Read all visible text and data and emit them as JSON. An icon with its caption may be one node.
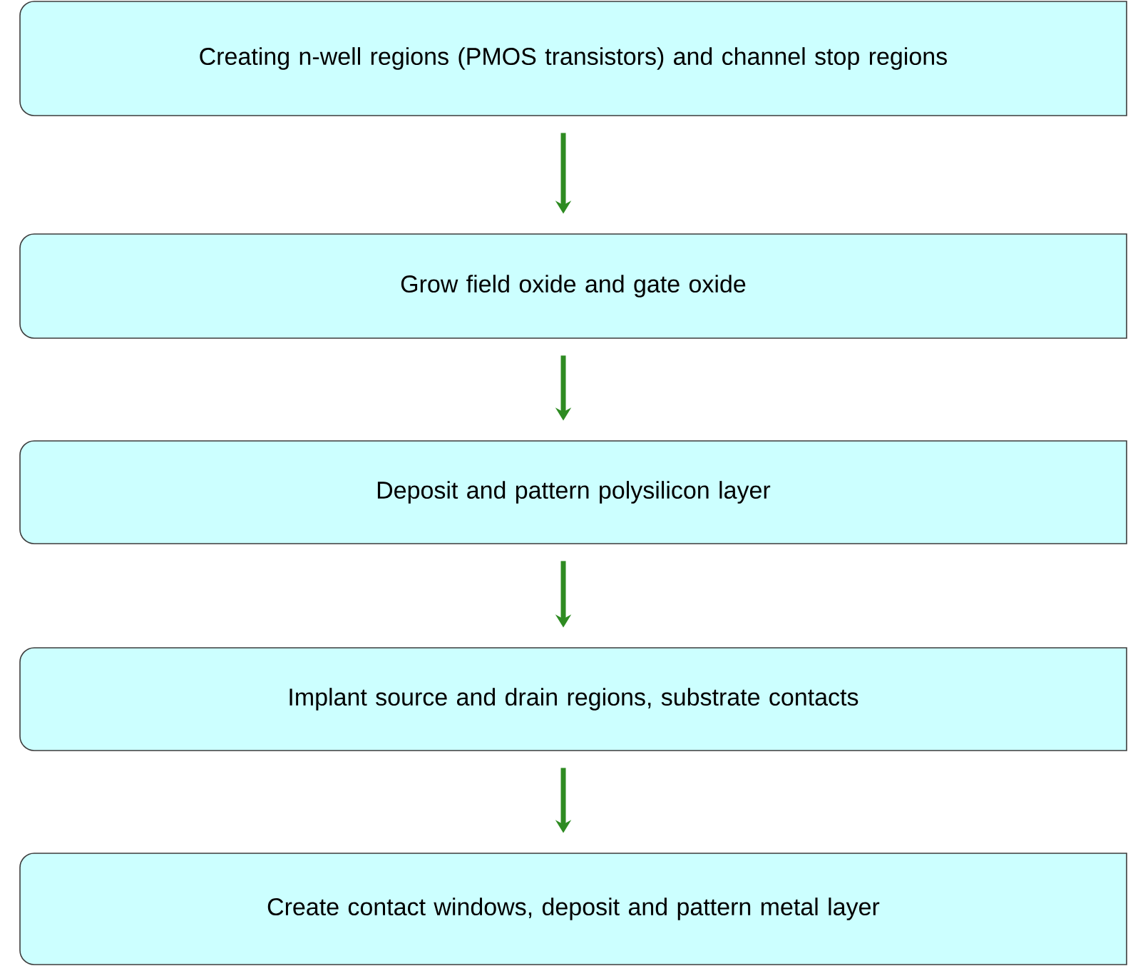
{
  "diagram": {
    "nodes": [
      {
        "text": [
          "Creating n-well regions (PMOS transistors) and channel stop regions"
        ]
      },
      {
        "text": [
          "Grow field oxide and gate oxide"
        ]
      },
      {
        "text": [
          "Deposit and pattern polysilicon layer"
        ]
      },
      {
        "text": [
          "Implant source and drain regions, substrate contacts"
        ]
      },
      {
        "text": [
          "Create contact windows, deposit and pattern metal layer"
        ]
      }
    ],
    "edges": [
      {
        "from": 0,
        "to": 1,
        "arrow": "to"
      },
      {
        "from": 1,
        "to": 2,
        "arrow": "to"
      },
      {
        "from": 2,
        "to": 3,
        "arrow": "to"
      },
      {
        "from": 3,
        "to": 4,
        "arrow": "to"
      }
    ]
  }
}
